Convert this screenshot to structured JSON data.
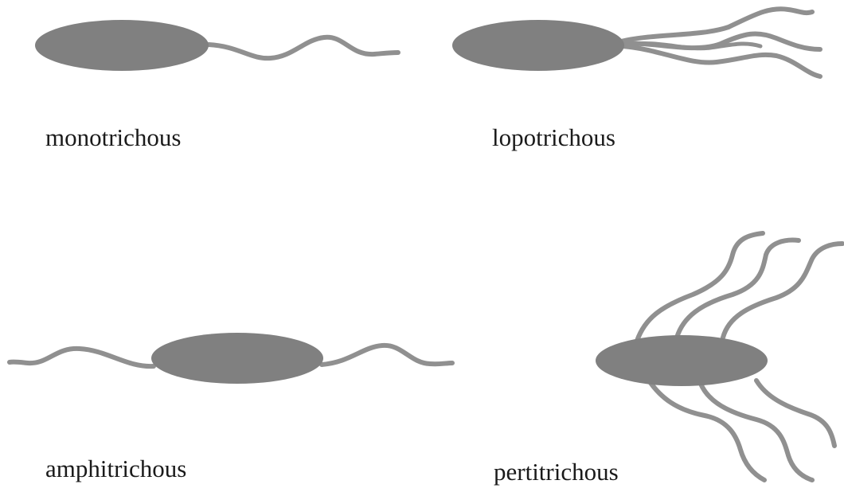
{
  "colors": {
    "cell_body": "#808080",
    "flagellum": "#909090",
    "text": "#1a1a1a",
    "background": "#ffffff"
  },
  "panels": [
    {
      "id": "monotrichous",
      "label": "monotrichous"
    },
    {
      "id": "lopotrichous",
      "label": "lopotrichous"
    },
    {
      "id": "amphitrichous",
      "label": "amphitrichous"
    },
    {
      "id": "peritrichous",
      "label": "pertitrichous"
    }
  ]
}
